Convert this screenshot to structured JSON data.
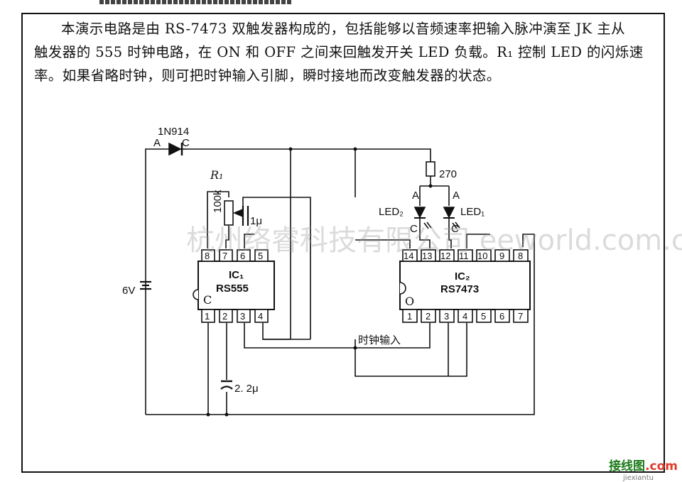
{
  "description": {
    "line1": "本演示电路是由 RS-7473 双触发器构成的，包括能够以音频速率把输入脉冲演至 JK 主从",
    "line2": "触发器的 555 时钟电路，在 ON 和 OFF 之间来回触发开关 LED 负载。R₁ 控制 LED 的闪烁速",
    "line3": "率。如果省略时钟，则可把时钟输入引脚，瞬时接地而改变触发器的状态。"
  },
  "components": {
    "diode": "1N914",
    "diode_anode": "A",
    "diode_cathode": "C",
    "r1": "R₁",
    "r1_value": "100k",
    "cap_small": "1μ",
    "cap_big": "2. 2μ",
    "battery": "6V",
    "resistor_270": "270",
    "led2": "LED₂",
    "led1": "LED₁",
    "led_anode": "A",
    "led_cathode": "C",
    "clock_input": "时钟输入"
  },
  "ic1": {
    "name": "IC₁",
    "part": "RS555",
    "notch": "C",
    "top_pins": [
      "8",
      "7",
      "6",
      "5"
    ],
    "bottom_pins": [
      "1",
      "2",
      "3",
      "4"
    ]
  },
  "ic2": {
    "name": "IC₂",
    "part": "RS7473",
    "notch": "O",
    "top_pins": [
      "14",
      "13",
      "12",
      "11",
      "10",
      "9",
      "8"
    ],
    "bottom_pins": [
      "1",
      "2",
      "3",
      "4",
      "5",
      "6",
      "7"
    ]
  },
  "watermark": "杭州络睿科技有限公司 eeworld.com.cn",
  "logo": {
    "text": "接线图",
    "dot": ".com",
    "sub": "jiexiantu"
  }
}
